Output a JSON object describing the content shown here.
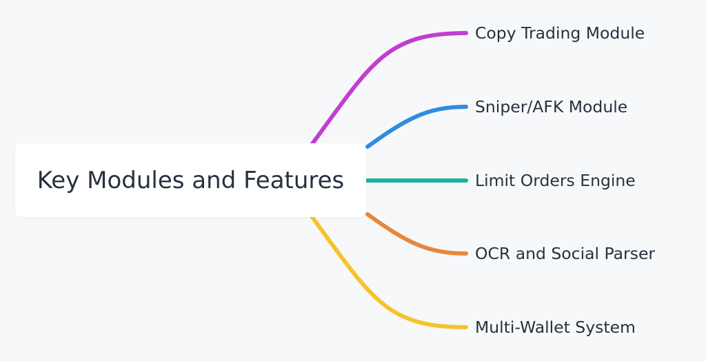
{
  "root": {
    "label": "Key Modules and Features"
  },
  "branches": [
    {
      "label": "Copy Trading Module",
      "color": "#c03fd1"
    },
    {
      "label": "Sniper/AFK Module",
      "color": "#2f8ce0"
    },
    {
      "label": "Limit Orders Engine",
      "color": "#1fb09c"
    },
    {
      "label": "OCR and Social Parser",
      "color": "#e8873b"
    },
    {
      "label": "Multi-Wallet System",
      "color": "#f6c32b"
    }
  ]
}
